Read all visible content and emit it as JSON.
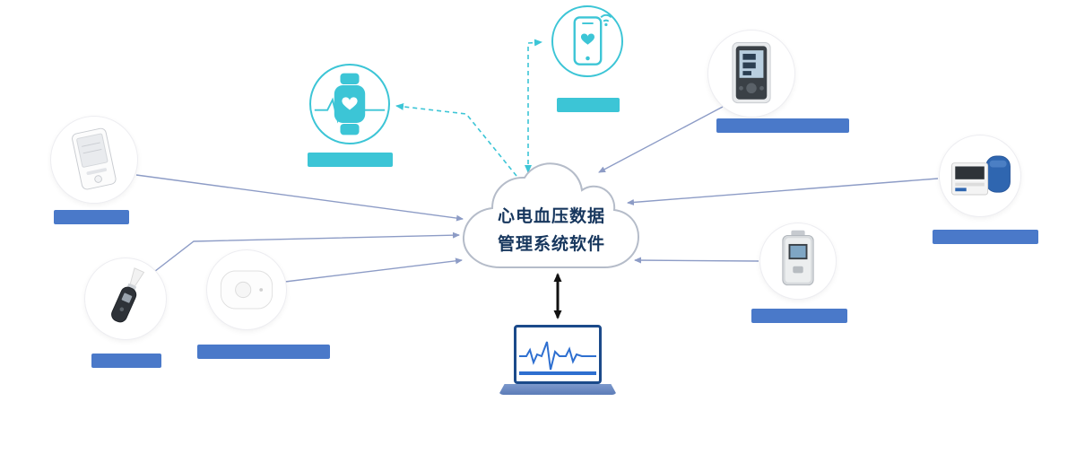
{
  "cloud": {
    "title_line1": "心电血压数据",
    "title_line2": "管理系统软件"
  },
  "colors": {
    "teal": "#3cc5d6",
    "label_blue": "#4a79c9",
    "connector": "#8d9cc6",
    "cloud_border": "#b5bcc9",
    "cloud_text": "#16365d",
    "laptop_frame": "#1b4a8a",
    "laptop_wave": "#2e6fd0",
    "laptop_base": "#5c7cb8",
    "arrow_dark": "#111111"
  },
  "nodes": [
    {
      "name": "smartwatch",
      "label_color": "#3cc5d6"
    },
    {
      "name": "smartphone-app",
      "label_color": "#3cc5d6"
    },
    {
      "name": "handheld-ecg-recorder",
      "label_color": "#4a79c9"
    },
    {
      "name": "ear-thermometer-device",
      "label_color": "#4a79c9"
    },
    {
      "name": "wearable-patch-recorder",
      "label_color": "#4a79c9"
    },
    {
      "name": "blood-pressure-monitor",
      "label_color": "#4a79c9"
    },
    {
      "name": "ambulatory-bp-device",
      "label_color": "#4a79c9"
    },
    {
      "name": "holter-recorder",
      "label_color": "#4a79c9"
    }
  ]
}
